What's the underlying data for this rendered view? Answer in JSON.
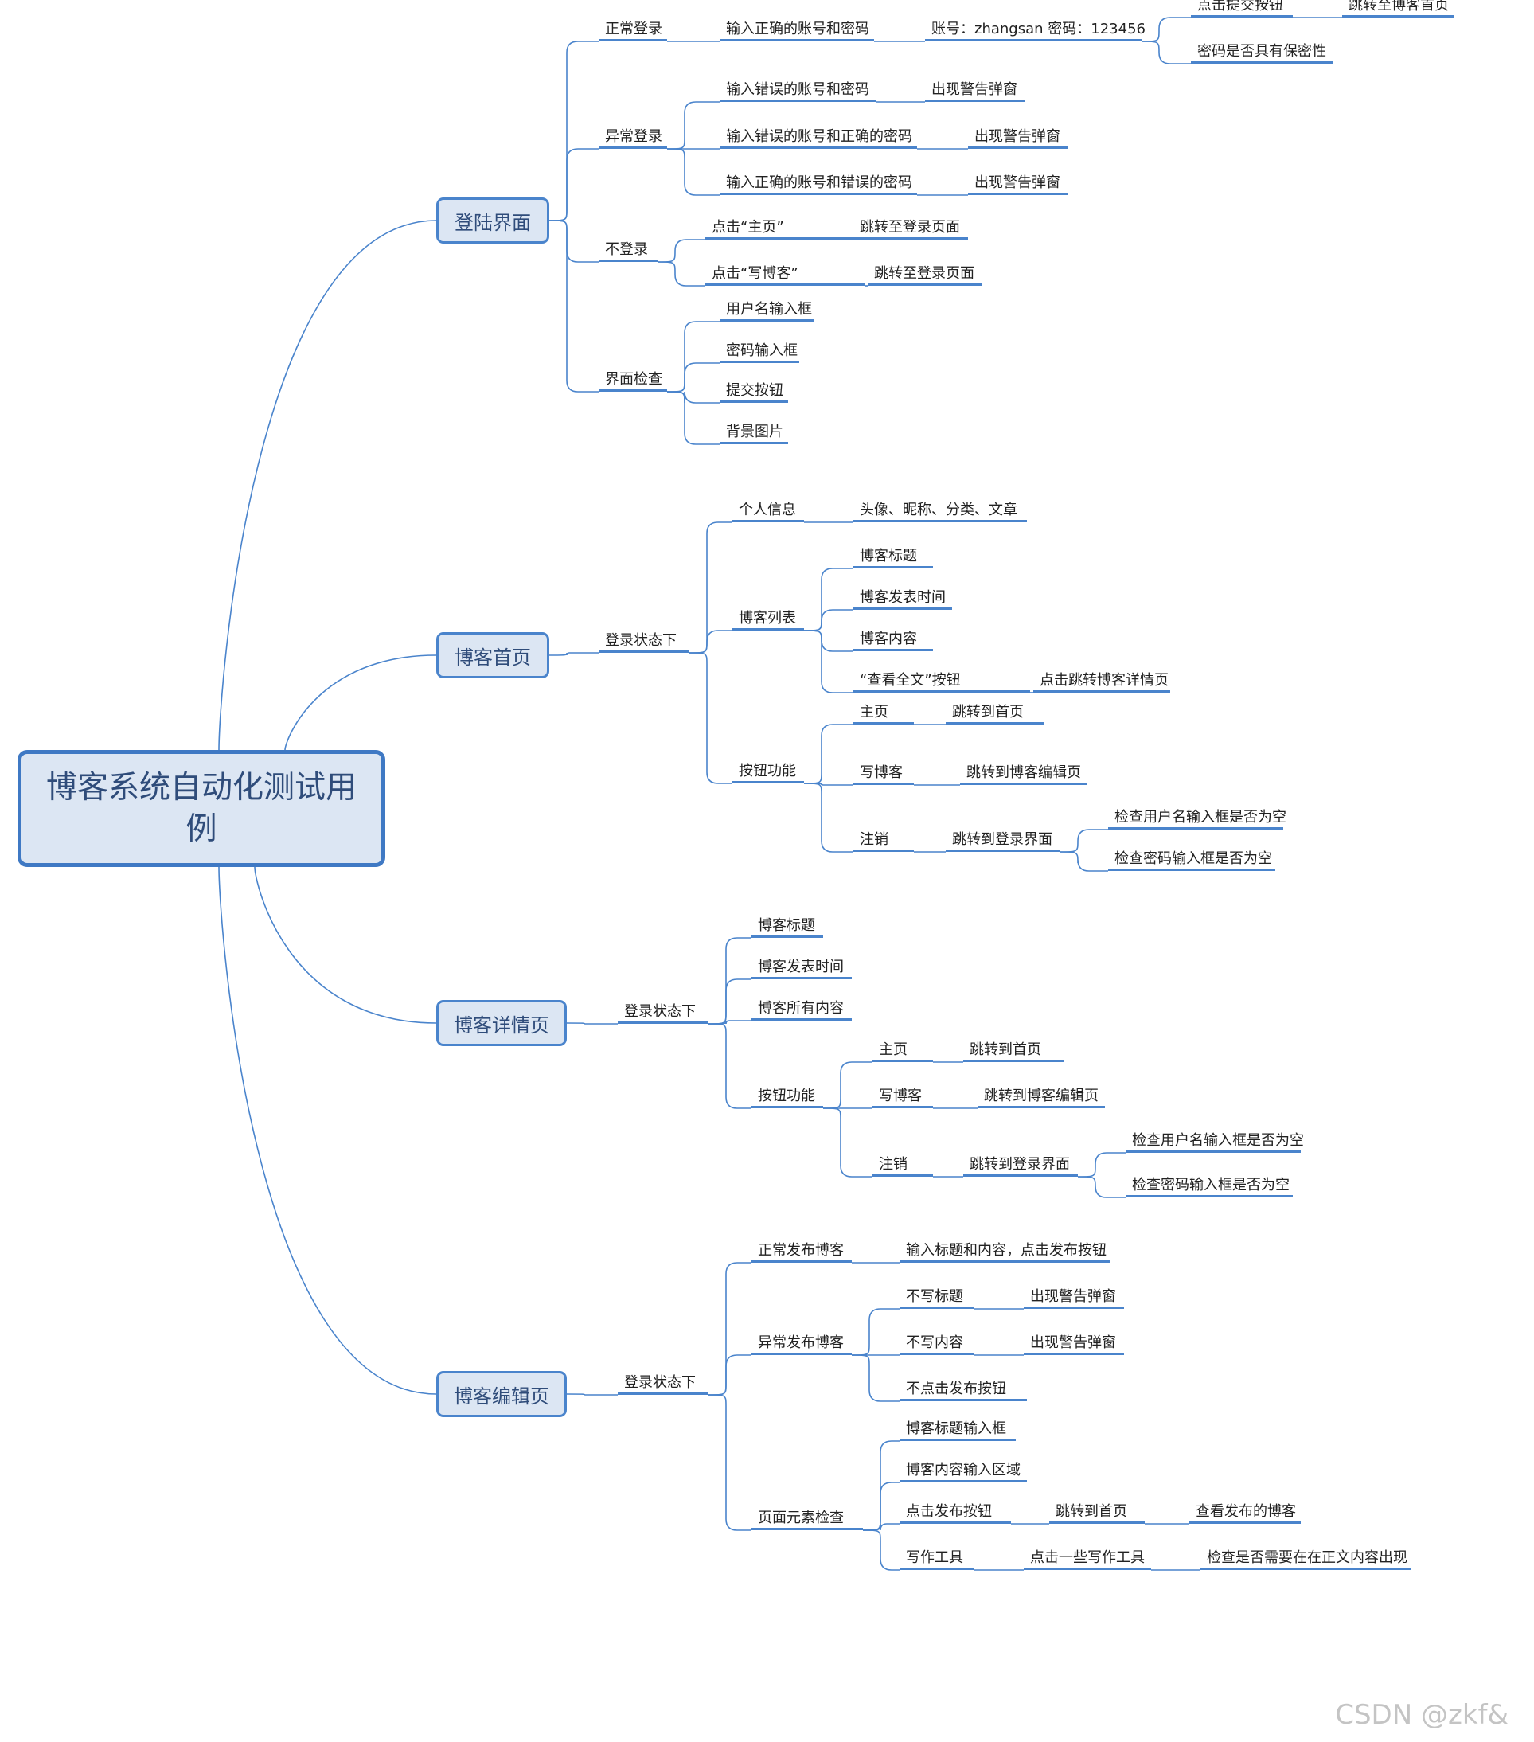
{
  "title": "博客系统自动化测试用例",
  "branches": [
    {
      "label": "登陆界面",
      "children": [
        {
          "label": "正常登录",
          "children": [
            {
              "label": "输入正确的账号和密码",
              "children": [
                {
                  "label": "账号：zhangsan 密码：123456",
                  "children": [
                    {
                      "label": "点击提交按钮",
                      "children": [
                        {
                          "label": "跳转至博客首页"
                        }
                      ]
                    },
                    {
                      "label": "密码是否具有保密性"
                    }
                  ]
                }
              ]
            }
          ]
        },
        {
          "label": "异常登录",
          "children": [
            {
              "label": "输入错误的账号和密码",
              "children": [
                {
                  "label": "出现警告弹窗"
                }
              ]
            },
            {
              "label": "输入错误的账号和正确的密码",
              "children": [
                {
                  "label": "出现警告弹窗"
                }
              ]
            },
            {
              "label": "输入正确的账号和错误的密码",
              "children": [
                {
                  "label": "出现警告弹窗"
                }
              ]
            }
          ]
        },
        {
          "label": "不登录",
          "children": [
            {
              "label": "点击“主页”",
              "children": [
                {
                  "label": "跳转至登录页面"
                }
              ]
            },
            {
              "label": "点击“写博客”",
              "children": [
                {
                  "label": "跳转至登录页面"
                }
              ]
            }
          ]
        },
        {
          "label": "界面检查",
          "children": [
            {
              "label": "用户名输入框"
            },
            {
              "label": "密码输入框"
            },
            {
              "label": "提交按钮"
            },
            {
              "label": "背景图片"
            }
          ]
        }
      ]
    },
    {
      "label": "博客首页",
      "children": [
        {
          "label": "登录状态下",
          "children": [
            {
              "label": "个人信息",
              "children": [
                {
                  "label": "头像、昵称、分类、文章"
                }
              ]
            },
            {
              "label": "博客列表",
              "children": [
                {
                  "label": "博客标题"
                },
                {
                  "label": "博客发表时间"
                },
                {
                  "label": "博客内容"
                },
                {
                  "label": "“查看全文”按钮",
                  "children": [
                    {
                      "label": "点击跳转博客详情页"
                    }
                  ]
                }
              ]
            },
            {
              "label": "按钮功能",
              "children": [
                {
                  "label": "主页",
                  "children": [
                    {
                      "label": "跳转到首页"
                    }
                  ]
                },
                {
                  "label": "写博客",
                  "children": [
                    {
                      "label": "跳转到博客编辑页"
                    }
                  ]
                },
                {
                  "label": "注销",
                  "children": [
                    {
                      "label": "跳转到登录界面",
                      "children": [
                        {
                          "label": "检查用户名输入框是否为空"
                        },
                        {
                          "label": "检查密码输入框是否为空"
                        }
                      ]
                    }
                  ]
                }
              ]
            }
          ]
        }
      ]
    },
    {
      "label": "博客详情页",
      "children": [
        {
          "label": "登录状态下",
          "children": [
            {
              "label": "博客标题"
            },
            {
              "label": "博客发表时间"
            },
            {
              "label": "博客所有内容"
            },
            {
              "label": "按钮功能",
              "children": [
                {
                  "label": "主页",
                  "children": [
                    {
                      "label": "跳转到首页"
                    }
                  ]
                },
                {
                  "label": "写博客",
                  "children": [
                    {
                      "label": "跳转到博客编辑页"
                    }
                  ]
                },
                {
                  "label": "注销",
                  "children": [
                    {
                      "label": "跳转到登录界面",
                      "children": [
                        {
                          "label": "检查用户名输入框是否为空"
                        },
                        {
                          "label": "检查密码输入框是否为空"
                        }
                      ]
                    }
                  ]
                }
              ]
            }
          ]
        }
      ]
    },
    {
      "label": "博客编辑页",
      "children": [
        {
          "label": "登录状态下",
          "children": [
            {
              "label": "正常发布博客",
              "children": [
                {
                  "label": "输入标题和内容，点击发布按钮"
                }
              ]
            },
            {
              "label": "异常发布博客",
              "children": [
                {
                  "label": "不写标题",
                  "children": [
                    {
                      "label": "出现警告弹窗"
                    }
                  ]
                },
                {
                  "label": "不写内容",
                  "children": [
                    {
                      "label": "出现警告弹窗"
                    }
                  ]
                },
                {
                  "label": "不点击发布按钮"
                }
              ]
            },
            {
              "label": "页面元素检查",
              "children": [
                {
                  "label": "博客标题输入框"
                },
                {
                  "label": "博客内容输入区域"
                },
                {
                  "label": "点击发布按钮",
                  "children": [
                    {
                      "label": "跳转到首页",
                      "children": [
                        {
                          "label": "查看发布的博客"
                        }
                      ]
                    }
                  ]
                },
                {
                  "label": "写作工具",
                  "children": [
                    {
                      "label": "点击一些写作工具",
                      "children": [
                        {
                          "label": "检查是否需要在在正文内容出现"
                        }
                      ]
                    }
                  ]
                }
              ]
            }
          ]
        }
      ]
    }
  ],
  "watermark": "CSDN @zkf&",
  "colors": {
    "line": "#4a84cc",
    "box_fill": "#dce6f3",
    "box_text": "#2f4c7a"
  }
}
